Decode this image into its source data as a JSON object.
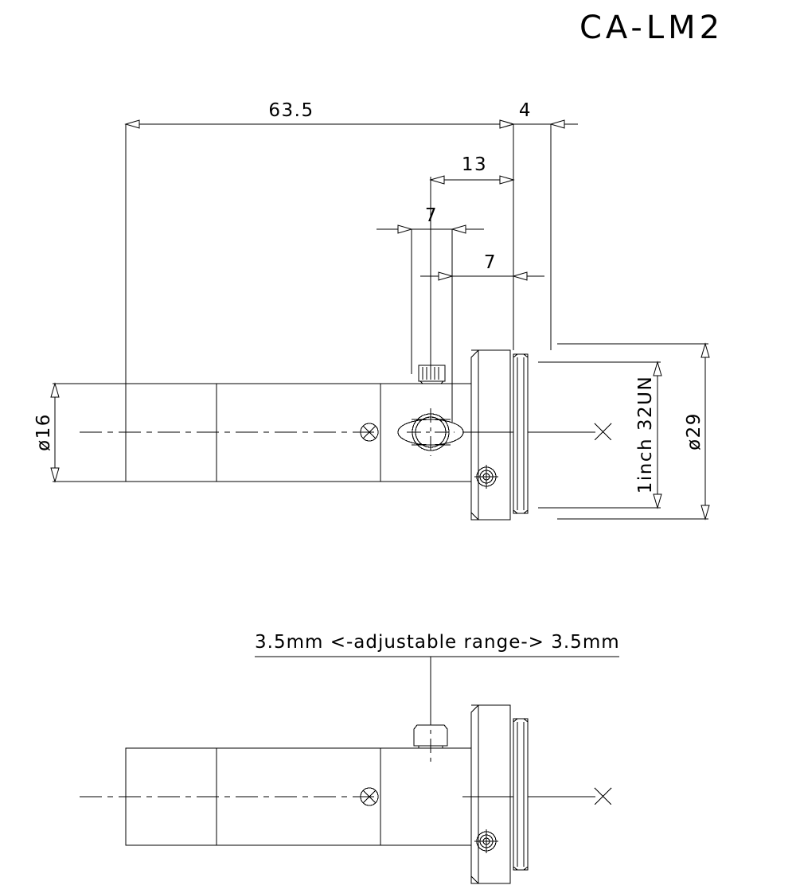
{
  "title": "CA-LM2",
  "drawing": {
    "type": "mechanical-dimension-drawing",
    "units": "mm",
    "views": [
      {
        "name": "top-view",
        "label": ""
      },
      {
        "name": "bottom-view",
        "label": ""
      }
    ]
  },
  "dimensions": {
    "overall_length": "63.5",
    "flange_thickness": "4",
    "boss_to_flange": "13",
    "screw_offset_left": "7",
    "screw_offset_right": "7",
    "barrel_diameter": "ø16",
    "flange_diameter": "ø29",
    "thread_spec": "1inch 32UN"
  },
  "annotations": {
    "adjustable_range": "3.5mm <-adjustable range-> 3.5mm",
    "adjust_left": "3.5mm",
    "adjust_right": "3.5mm",
    "adjust_label": "<-adjustable range->"
  },
  "colors": {
    "line": "#000000",
    "background": "#ffffff"
  },
  "icons": {
    "center_cross": "cross-marker-icon",
    "crossed_circle": "crossed-circle-icon",
    "screw_head": "screw-head-icon",
    "knurled_screw": "knurled-screw-icon"
  }
}
